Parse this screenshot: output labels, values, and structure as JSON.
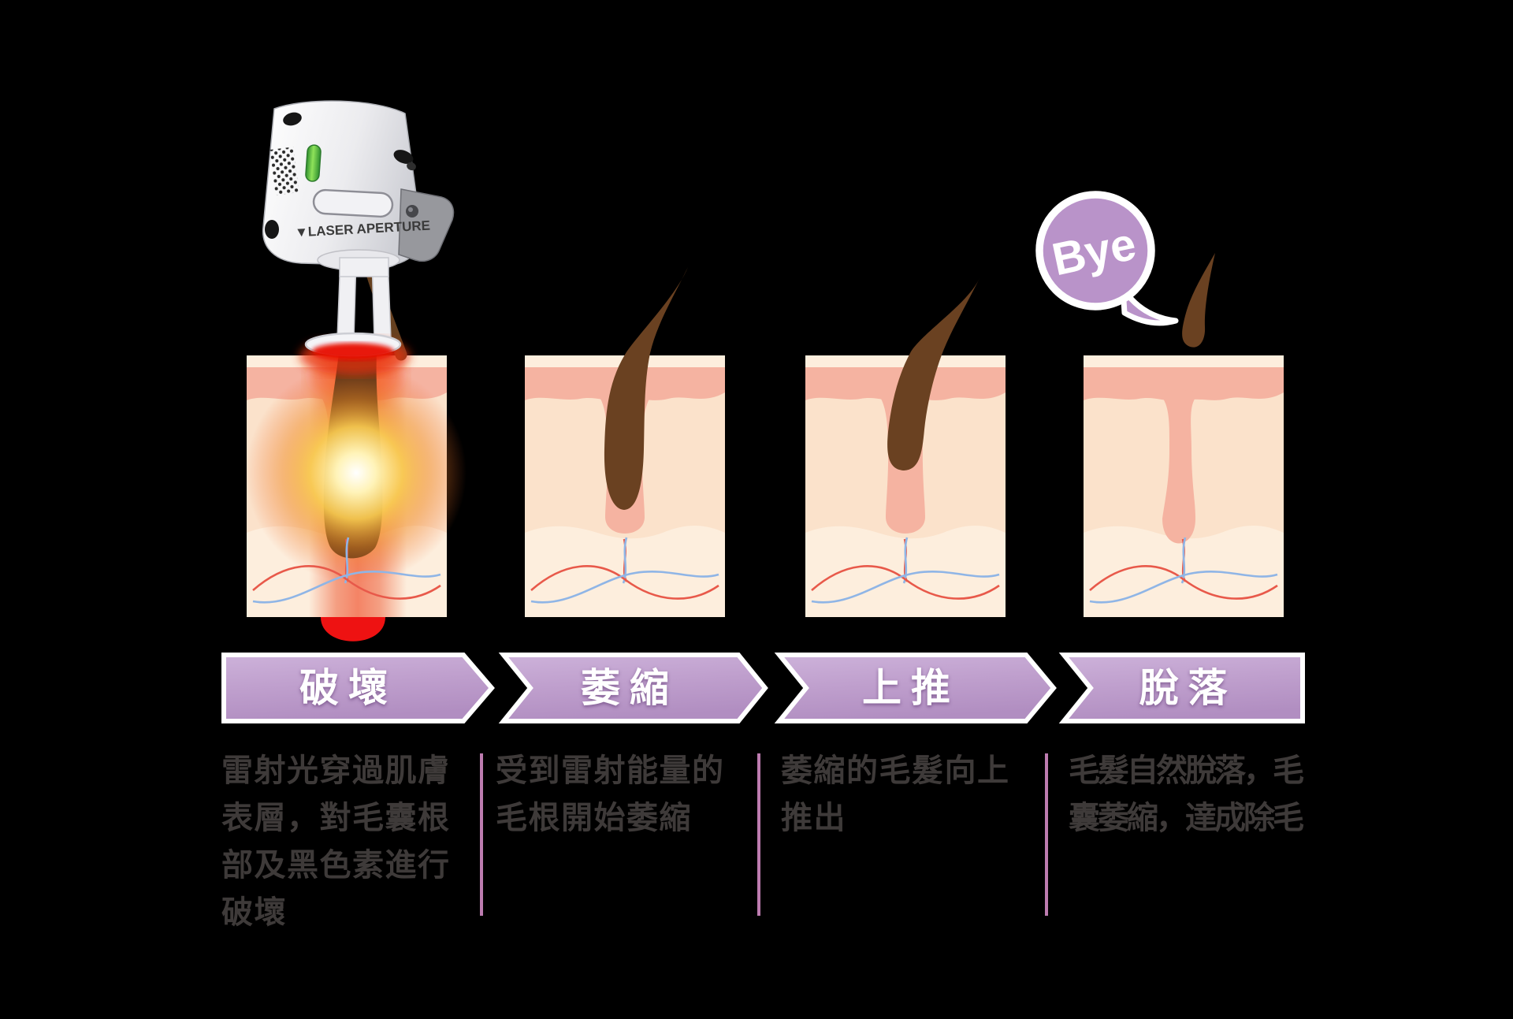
{
  "stages": [
    {
      "banner": "破壞",
      "description": [
        "雷射光穿過肌膚",
        "表層，對毛囊根",
        "部及黑色素進行",
        "破壞"
      ]
    },
    {
      "banner": "萎縮",
      "description": [
        "受到雷射能量的",
        "毛根開始萎縮"
      ]
    },
    {
      "banner": "上推",
      "description": [
        "萎縮的毛髮向上",
        "推出"
      ]
    },
    {
      "banner": "脫落",
      "description": [
        "毛髮自然脫落，毛",
        "囊萎縮，達成除毛"
      ]
    }
  ],
  "device": {
    "label": "▼LASER APERTURE"
  },
  "bubble": {
    "text": "Bye"
  },
  "colors": {
    "background": "#000000",
    "banner_purple": "#bf9fcd",
    "bubble_purple": "#b993c9",
    "divider_pink": "#bd7cb0",
    "text_dark": "#3e3a39",
    "skin_pink_band": "#f5b3a1",
    "skin_cream": "#fbe2cb",
    "skin_light": "#fdeedd",
    "hair_brown": "#6a4121",
    "vessel_red": "#e8594a",
    "vessel_blue": "#8fb5e6",
    "laser_red": "#ed1c16",
    "led_green": "#4db840"
  }
}
